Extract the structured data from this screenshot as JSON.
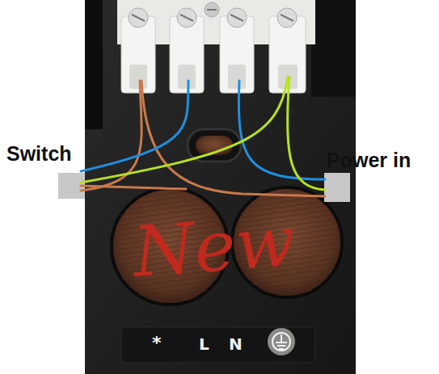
{
  "diagram": {
    "labels": [
      "Switch",
      "Power in",
      "New",
      "*",
      "L",
      "N"
    ]
  }
}
